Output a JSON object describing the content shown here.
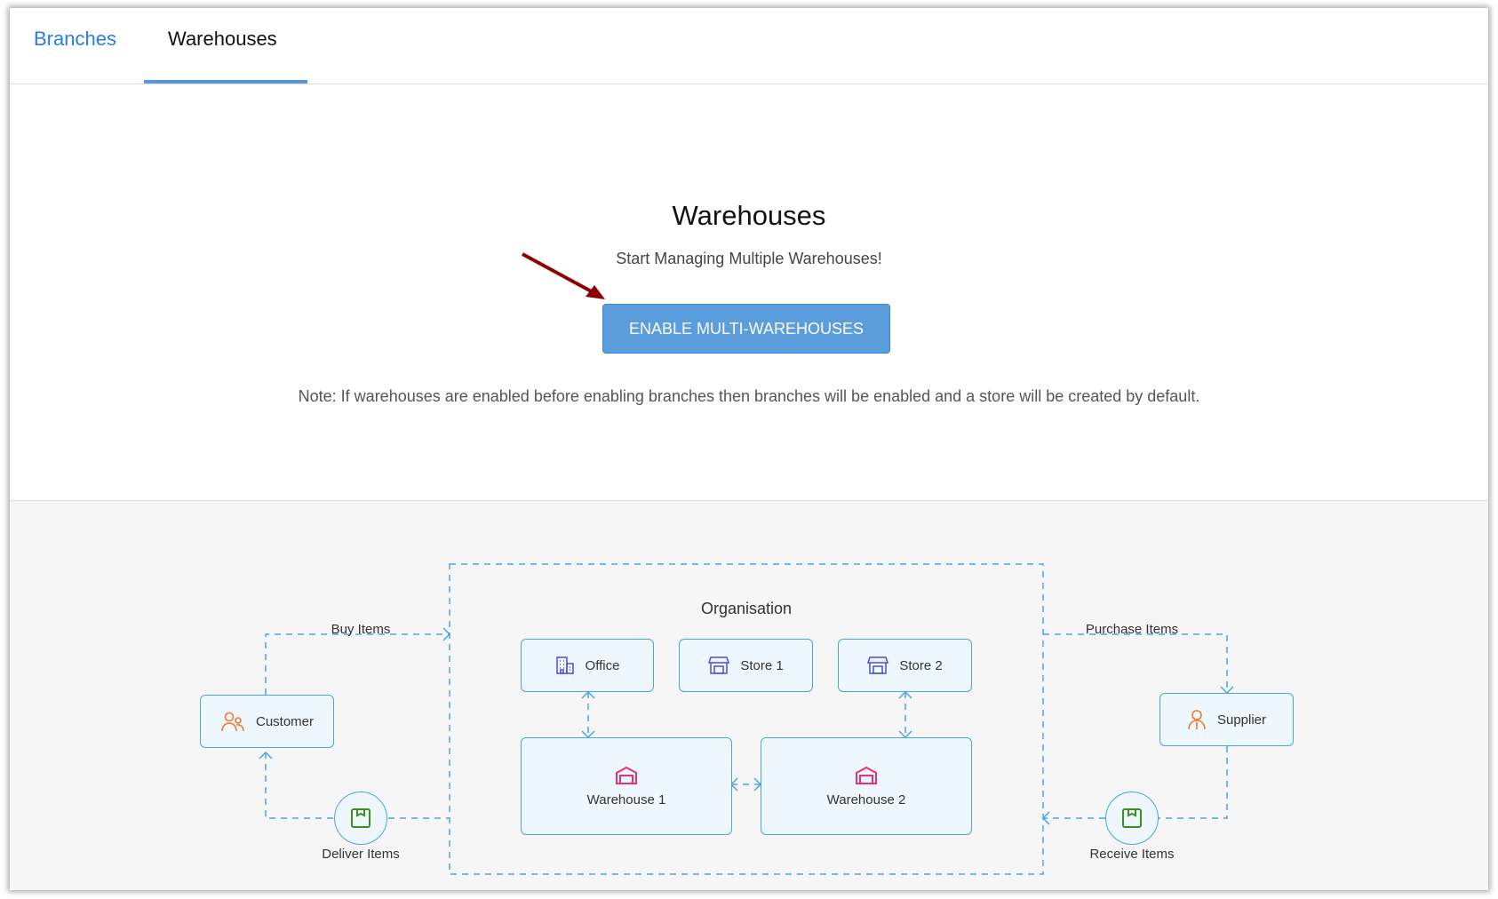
{
  "tabs": {
    "branches": "Branches",
    "warehouses": "Warehouses"
  },
  "main": {
    "title": "Warehouses",
    "subtitle": "Start Managing Multiple Warehouses!",
    "button": "ENABLE MULTI-WAREHOUSES",
    "note": "Note: If warehouses are enabled before enabling branches then branches will be enabled and a store will be created by default."
  },
  "diagram": {
    "organisation": "Organisation",
    "office": "Office",
    "store1": "Store 1",
    "store2": "Store 2",
    "warehouse1": "Warehouse 1",
    "warehouse2": "Warehouse 2",
    "customer": "Customer",
    "supplier": "Supplier",
    "buy": "Buy Items",
    "purchase": "Purchase Items",
    "deliver": "Deliver Items",
    "receive": "Receive Items"
  },
  "colors": {
    "accent": "#2b7de0",
    "button": "#5b9ddd",
    "line": "#4aa3ef",
    "arrow": "#8b0000"
  }
}
